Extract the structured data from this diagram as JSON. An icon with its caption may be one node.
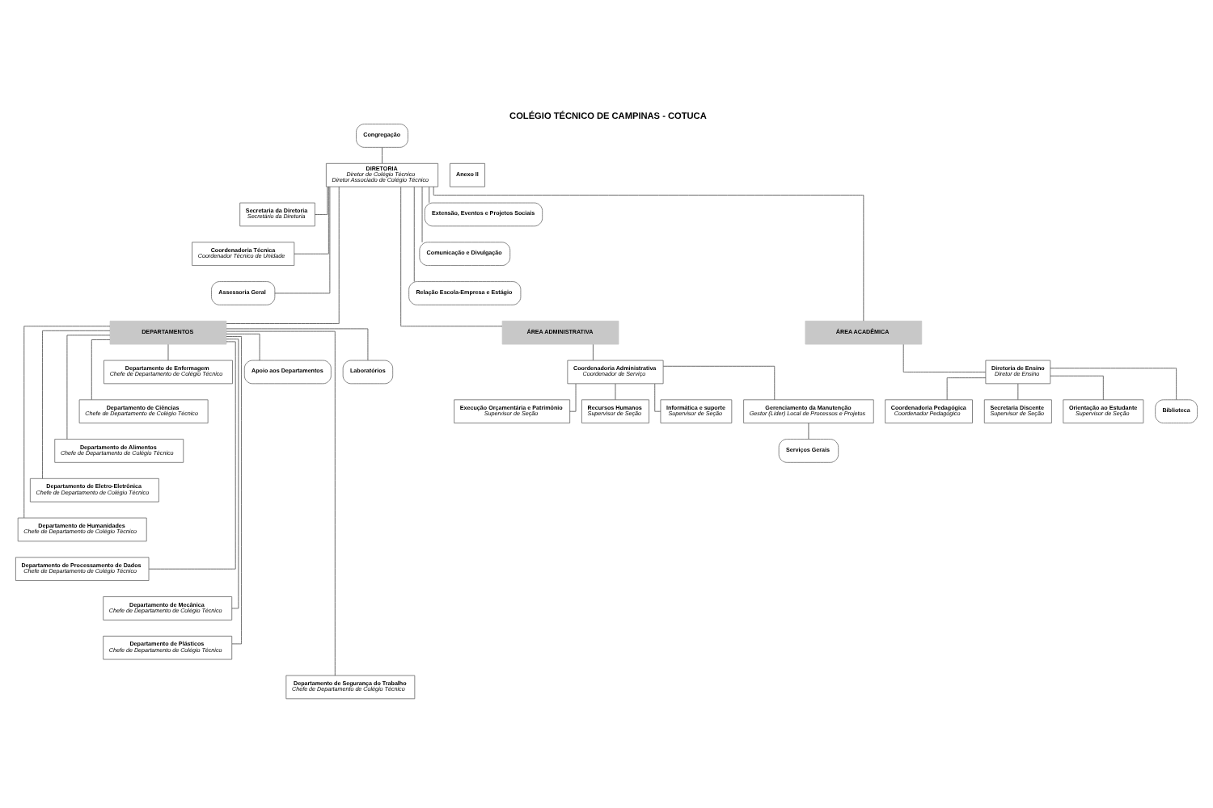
{
  "diagram": {
    "title": "COLÉGIO TÉCNICO DE CAMPINAS - COTUCA",
    "nodes": [
      {
        "text": [
          "Congregação"
        ]
      },
      {
        "text": [
          "DIRETORIA",
          "Diretor de Colégio Técnico",
          "Diretor Associado de Colégio Técnico"
        ]
      },
      {
        "text": [
          "Secretaria da Diretoria",
          "Secretário da Diretoria"
        ]
      },
      {
        "text": [
          "Extensão, Eventos e Projetos Sociais"
        ]
      },
      {
        "text": [
          "Coordenadoria Técnica",
          "Coordenador Técnico de Unidade"
        ]
      },
      {
        "text": [
          "Comunicação e Divulgação"
        ]
      },
      {
        "text": [
          "Assessoria Geral"
        ]
      },
      {
        "text": [
          "Relação Escola-Empresa e Estágio"
        ]
      },
      {
        "text": [
          "Anexo II"
        ]
      },
      {
        "text": [
          "DEPARTAMENTOS"
        ]
      },
      {
        "text": [
          "Departamento de Enfermagem",
          "Chefe de Departamento de Colégio Técnico"
        ]
      },
      {
        "text": [
          "Departamento de Ciências",
          "Chefe de Departamento de Colégio Técnico"
        ]
      },
      {
        "text": [
          "Departamento de Alimentos",
          "Chefe de Departamento de Colégio Técnico"
        ]
      },
      {
        "text": [
          "Departamento de Eletro-Eletrônica",
          "Chefe de Departamento de Colégio Técnico"
        ]
      },
      {
        "text": [
          "Departamento de Humanidades",
          "Chefe de Departamento de Colégio Técnico"
        ]
      },
      {
        "text": [
          "Departamento de Processamento de Dados",
          "Chefe de Departamento de Colégio Técnico"
        ]
      },
      {
        "text": [
          "Departamento de Mecânica",
          "Chefe de Departamento de Colégio Técnico"
        ]
      },
      {
        "text": [
          "Departamento de Plásticos",
          "Chefe de Departamento de Colégio Técnico"
        ]
      },
      {
        "text": [
          "Departamento de Segurança do Trabalho",
          "Chefe de Departamento de Colégio Técnico"
        ]
      },
      {
        "text": [
          "Apoio aos Departamentos"
        ]
      },
      {
        "text": [
          "Laboratórios"
        ]
      },
      {
        "text": [
          "ÁREA ACADÊMICA"
        ]
      },
      {
        "text": [
          "Diretoria de Ensino",
          "Diretor de Ensino"
        ]
      },
      {
        "text": [
          "Coordenadoria Pedagógica",
          "Coordenador Pedagógico"
        ]
      },
      {
        "text": [
          "Secretaria Discente",
          "Supervisor de Seção"
        ]
      },
      {
        "text": [
          "Orientação ao Estudante",
          "Supervisor de Seção"
        ]
      },
      {
        "text": [
          "Biblioteca"
        ]
      },
      {
        "text": [
          "ÁREA ADMINISTRATIVA"
        ]
      },
      {
        "text": [
          "Coordenadoria Administrativa",
          "Coordenador de Serviço"
        ]
      },
      {
        "text": [
          "Execução Orçamentária e Patrimônio",
          "Supervisor de Seção"
        ]
      },
      {
        "text": [
          "Recursos Humanos",
          "Supervisor de Seção"
        ]
      },
      {
        "text": [
          "Informática e suporte",
          "Supervisor de Seção"
        ]
      },
      {
        "text": [
          "Gerenciamento da Manutenção",
          "Gestor (Líder) Local de Processos e Projetos"
        ]
      },
      {
        "text": [
          "Serviços Gerais"
        ]
      }
    ],
    "edges": [
      {
        "from": 0,
        "to": 1,
        "arrow": "none"
      },
      {
        "from": 1,
        "to": 2,
        "arrow": "none"
      },
      {
        "from": 1,
        "to": 3,
        "arrow": "none"
      },
      {
        "from": 1,
        "to": 4,
        "arrow": "none"
      },
      {
        "from": 1,
        "to": 5,
        "arrow": "none"
      },
      {
        "from": 1,
        "to": 6,
        "arrow": "none"
      },
      {
        "from": 1,
        "to": 7,
        "arrow": "none"
      },
      {
        "from": 1,
        "to": 9,
        "arrow": "none"
      },
      {
        "from": 1,
        "to": 21,
        "arrow": "none"
      },
      {
        "from": 1,
        "to": 27,
        "arrow": "none"
      },
      {
        "from": 9,
        "to": 10,
        "arrow": "none"
      },
      {
        "from": 9,
        "to": 11,
        "arrow": "none"
      },
      {
        "from": 9,
        "to": 12,
        "arrow": "none"
      },
      {
        "from": 9,
        "to": 13,
        "arrow": "none"
      },
      {
        "from": 9,
        "to": 14,
        "arrow": "none"
      },
      {
        "from": 9,
        "to": 15,
        "arrow": "none"
      },
      {
        "from": 9,
        "to": 16,
        "arrow": "none"
      },
      {
        "from": 9,
        "to": 17,
        "arrow": "none"
      },
      {
        "from": 9,
        "to": 18,
        "arrow": "none"
      },
      {
        "from": 9,
        "to": 19,
        "arrow": "none"
      },
      {
        "from": 9,
        "to": 20,
        "arrow": "none"
      },
      {
        "from": 21,
        "to": 22,
        "arrow": "none"
      },
      {
        "from": 22,
        "to": 23,
        "arrow": "none"
      },
      {
        "from": 22,
        "to": 24,
        "arrow": "none"
      },
      {
        "from": 22,
        "to": 25,
        "arrow": "none"
      },
      {
        "from": 22,
        "to": 26,
        "arrow": "none"
      },
      {
        "from": 27,
        "to": 28,
        "arrow": "none"
      },
      {
        "from": 28,
        "to": 29,
        "arrow": "none"
      },
      {
        "from": 28,
        "to": 30,
        "arrow": "none"
      },
      {
        "from": 28,
        "to": 31,
        "arrow": "none"
      },
      {
        "from": 28,
        "to": 32,
        "arrow": "none"
      },
      {
        "from": 32,
        "to": 33,
        "arrow": "none"
      }
    ]
  }
}
